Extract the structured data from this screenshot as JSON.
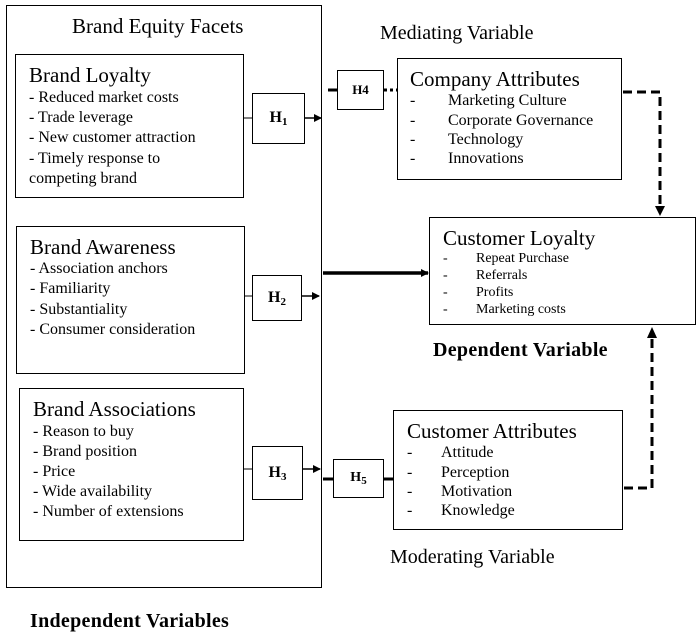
{
  "independent": {
    "group_title": "Brand Equity Facets",
    "footer_label": "Independent Variables",
    "facets": [
      {
        "title": "Brand Loyalty",
        "items": [
          "- Reduced market costs",
          "- Trade leverage",
          "- New customer attraction",
          "- Timely response to",
          "competing brand"
        ],
        "hypothesis": "H",
        "hypothesis_sub": "1"
      },
      {
        "title": "Brand Awareness",
        "items": [
          "- Association anchors",
          "- Familiarity",
          "- Substantiality",
          "- Consumer consideration"
        ],
        "hypothesis": "H",
        "hypothesis_sub": "2"
      },
      {
        "title": "Brand Associations",
        "items": [
          "- Reason to buy",
          "- Brand position",
          "- Price",
          "- Wide availability",
          "- Number of extensions"
        ],
        "hypothesis": "H",
        "hypothesis_sub": "3"
      }
    ]
  },
  "mediating": {
    "label": "Mediating Variable",
    "hypothesis": "H4",
    "title": "Company Attributes",
    "bullet": "-",
    "items": [
      "Marketing Culture",
      "Corporate Governance",
      "Technology",
      "Innovations"
    ]
  },
  "dependent": {
    "label": "Dependent Variable",
    "title": "Customer Loyalty",
    "bullet": "-",
    "items": [
      "Repeat Purchase",
      "Referrals",
      "Profits",
      "Marketing costs"
    ]
  },
  "moderating": {
    "label": "Moderating Variable",
    "hypothesis": "H",
    "hypothesis_sub": "5",
    "title": "Customer Attributes",
    "bullet": "-",
    "items": [
      "Attitude",
      "Perception",
      "Motivation",
      "Knowledge"
    ]
  }
}
